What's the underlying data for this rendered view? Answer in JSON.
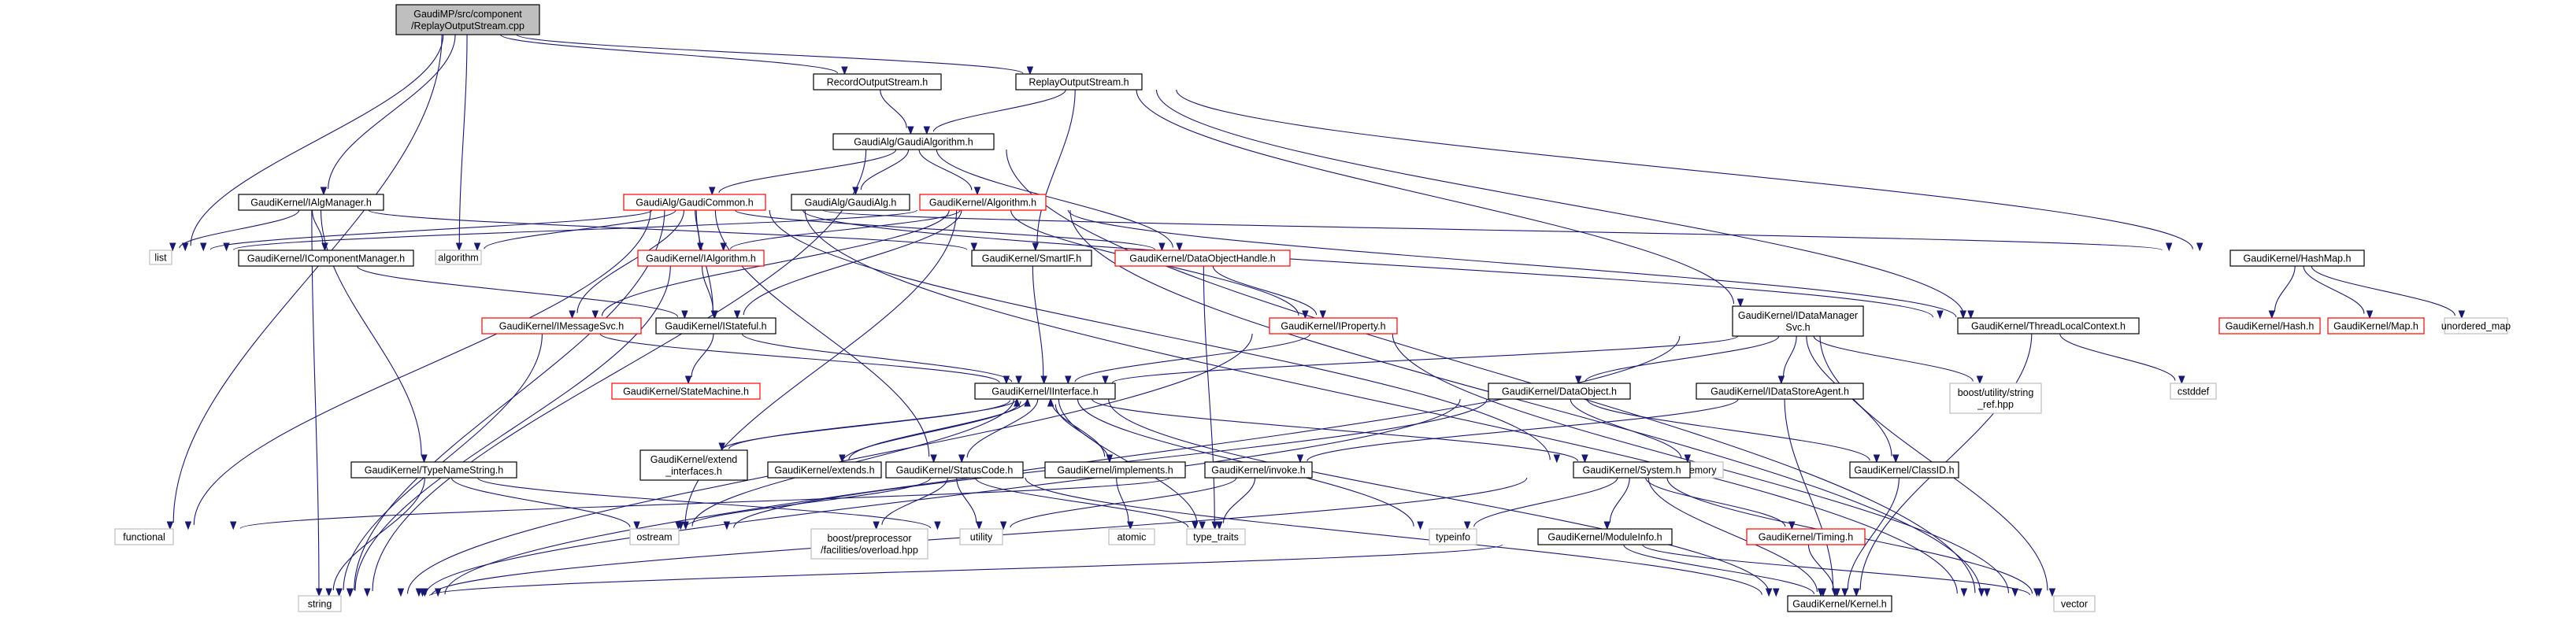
{
  "nodes": [
    {
      "id": "root",
      "lines": [
        "GaudiMP/src/component",
        "/ReplayOutputStream.cpp"
      ],
      "style": "root"
    },
    {
      "id": "record_os",
      "lines": [
        "RecordOutputStream.h"
      ],
      "style": "black"
    },
    {
      "id": "replay_os",
      "lines": [
        "ReplayOutputStream.h"
      ],
      "style": "black"
    },
    {
      "id": "gaudialgorithm",
      "lines": [
        "GaudiAlg/GaudiAlgorithm.h"
      ],
      "style": "black"
    },
    {
      "id": "ialgmanager",
      "lines": [
        "GaudiKernel/IAlgManager.h"
      ],
      "style": "black"
    },
    {
      "id": "gaudicommon",
      "lines": [
        "GaudiAlg/GaudiCommon.h"
      ],
      "style": "red"
    },
    {
      "id": "gaudialg",
      "lines": [
        "GaudiAlg/GaudiAlg.h"
      ],
      "style": "black"
    },
    {
      "id": "algorithm_h",
      "lines": [
        "GaudiKernel/Algorithm.h"
      ],
      "style": "red"
    },
    {
      "id": "list",
      "lines": [
        "list"
      ],
      "style": "gray"
    },
    {
      "id": "icomponentmanager",
      "lines": [
        "GaudiKernel/IComponentManager.h"
      ],
      "style": "black"
    },
    {
      "id": "algorithm_std",
      "lines": [
        "algorithm"
      ],
      "style": "gray"
    },
    {
      "id": "ialgorithm",
      "lines": [
        "GaudiKernel/IAlgorithm.h"
      ],
      "style": "red"
    },
    {
      "id": "smartif",
      "lines": [
        "GaudiKernel/SmartIF.h"
      ],
      "style": "black"
    },
    {
      "id": "dataobjecthandle",
      "lines": [
        "GaudiKernel/DataObjectHandle.h"
      ],
      "style": "red"
    },
    {
      "id": "imessagesvc",
      "lines": [
        "GaudiKernel/IMessageSvc.h"
      ],
      "style": "red"
    },
    {
      "id": "istateful",
      "lines": [
        "GaudiKernel/IStateful.h"
      ],
      "style": "black"
    },
    {
      "id": "iproperty",
      "lines": [
        "GaudiKernel/IProperty.h"
      ],
      "style": "red"
    },
    {
      "id": "statemachine",
      "lines": [
        "GaudiKernel/StateMachine.h"
      ],
      "style": "red"
    },
    {
      "id": "idatamanagersvc",
      "lines": [
        "GaudiKernel/IDataManager",
        "Svc.h"
      ],
      "style": "black"
    },
    {
      "id": "threadlocalcontext",
      "lines": [
        "GaudiKernel/ThreadLocalContext.h"
      ],
      "style": "black"
    },
    {
      "id": "hashmap",
      "lines": [
        "GaudiKernel/HashMap.h"
      ],
      "style": "black"
    },
    {
      "id": "hash_h",
      "lines": [
        "GaudiKernel/Hash.h"
      ],
      "style": "red"
    },
    {
      "id": "map_h",
      "lines": [
        "GaudiKernel/Map.h"
      ],
      "style": "red"
    },
    {
      "id": "unordered_map",
      "lines": [
        "unordered_map"
      ],
      "style": "gray"
    },
    {
      "id": "cstddef",
      "lines": [
        "cstddef"
      ],
      "style": "gray"
    },
    {
      "id": "iinterface",
      "lines": [
        "GaudiKernel/IInterface.h"
      ],
      "style": "black"
    },
    {
      "id": "dataobject",
      "lines": [
        "GaudiKernel/DataObject.h"
      ],
      "style": "black"
    },
    {
      "id": "idatastoreagent",
      "lines": [
        "GaudiKernel/IDataStoreAgent.h"
      ],
      "style": "black"
    },
    {
      "id": "boost_string_ref",
      "lines": [
        "boost/utility/string",
        "_ref.hpp"
      ],
      "style": "gray"
    },
    {
      "id": "extend_interfaces",
      "lines": [
        "GaudiKernel/extend",
        "_interfaces.h"
      ],
      "style": "black"
    },
    {
      "id": "extends",
      "lines": [
        "GaudiKernel/extends.h"
      ],
      "style": "black"
    },
    {
      "id": "typenamestring",
      "lines": [
        "GaudiKernel/TypeNameString.h"
      ],
      "style": "black"
    },
    {
      "id": "statuscode",
      "lines": [
        "GaudiKernel/StatusCode.h"
      ],
      "style": "black"
    },
    {
      "id": "implements",
      "lines": [
        "GaudiKernel/implements.h"
      ],
      "style": "black"
    },
    {
      "id": "invoke",
      "lines": [
        "GaudiKernel/invoke.h"
      ],
      "style": "black"
    },
    {
      "id": "memory",
      "lines": [
        "memory"
      ],
      "style": "gray"
    },
    {
      "id": "classid",
      "lines": [
        "GaudiKernel/ClassID.h"
      ],
      "style": "black"
    },
    {
      "id": "system",
      "lines": [
        "GaudiKernel/System.h"
      ],
      "style": "black"
    },
    {
      "id": "functional",
      "lines": [
        "functional"
      ],
      "style": "gray"
    },
    {
      "id": "ostream",
      "lines": [
        "ostream"
      ],
      "style": "gray"
    },
    {
      "id": "boost_overload",
      "lines": [
        "boost/preprocessor",
        "/facilities/overload.hpp"
      ],
      "style": "gray"
    },
    {
      "id": "utility",
      "lines": [
        "utility"
      ],
      "style": "gray"
    },
    {
      "id": "atomic",
      "lines": [
        "atomic"
      ],
      "style": "gray"
    },
    {
      "id": "type_traits",
      "lines": [
        "type_traits"
      ],
      "style": "gray"
    },
    {
      "id": "typeinfo",
      "lines": [
        "typeinfo"
      ],
      "style": "gray"
    },
    {
      "id": "moduleinfo",
      "lines": [
        "GaudiKernel/ModuleInfo.h"
      ],
      "style": "black"
    },
    {
      "id": "timing",
      "lines": [
        "GaudiKernel/Timing.h"
      ],
      "style": "red"
    },
    {
      "id": "string",
      "lines": [
        "string"
      ],
      "style": "gray"
    },
    {
      "id": "kernel",
      "lines": [
        "GaudiKernel/Kernel.h"
      ],
      "style": "black"
    },
    {
      "id": "vector",
      "lines": [
        "vector"
      ],
      "style": "gray"
    }
  ],
  "edges": [
    [
      "root",
      "record_os"
    ],
    [
      "root",
      "replay_os"
    ],
    [
      "root",
      "ialgmanager"
    ],
    [
      "root",
      "list"
    ],
    [
      "root",
      "algorithm_std"
    ],
    [
      "root",
      "functional"
    ],
    [
      "record_os",
      "gaudialgorithm"
    ],
    [
      "replay_os",
      "gaudialgorithm"
    ],
    [
      "replay_os",
      "smartif"
    ],
    [
      "replay_os",
      "idatamanagersvc"
    ],
    [
      "replay_os",
      "threadlocalcontext"
    ],
    [
      "replay_os",
      "hashmap"
    ],
    [
      "gaudialgorithm",
      "gaudicommon"
    ],
    [
      "gaudialgorithm",
      "gaudialg"
    ],
    [
      "gaudialgorithm",
      "algorithm_h"
    ],
    [
      "gaudialgorithm",
      "dataobjecthandle"
    ],
    [
      "gaudialgorithm",
      "string"
    ],
    [
      "gaudialgorithm",
      "vector"
    ],
    [
      "ialgmanager",
      "icomponentmanager"
    ],
    [
      "ialgmanager",
      "list"
    ],
    [
      "ialgmanager",
      "typenamestring"
    ],
    [
      "ialgmanager",
      "smartif"
    ],
    [
      "ialgmanager",
      "string"
    ],
    [
      "gaudicommon",
      "list"
    ],
    [
      "gaudicommon",
      "algorithm_std"
    ],
    [
      "gaudicommon",
      "ialgorithm"
    ],
    [
      "gaudicommon",
      "imessagesvc"
    ],
    [
      "gaudicommon",
      "istateful"
    ],
    [
      "gaudicommon",
      "statuscode"
    ],
    [
      "gaudicommon",
      "dataobjecthandle"
    ],
    [
      "gaudicommon",
      "system"
    ],
    [
      "gaudicommon",
      "threadlocalcontext"
    ],
    [
      "gaudicommon",
      "hashmap"
    ],
    [
      "gaudicommon",
      "string"
    ],
    [
      "gaudicommon",
      "functional"
    ],
    [
      "gaudicommon",
      "vector"
    ],
    [
      "algorithm_h",
      "list"
    ],
    [
      "algorithm_h",
      "ialgorithm"
    ],
    [
      "algorithm_h",
      "imessagesvc"
    ],
    [
      "algorithm_h",
      "istateful"
    ],
    [
      "algorithm_h",
      "iproperty"
    ],
    [
      "algorithm_h",
      "threadlocalcontext"
    ],
    [
      "algorithm_h",
      "ostream"
    ],
    [
      "algorithm_h",
      "vector"
    ],
    [
      "icomponentmanager",
      "istateful"
    ],
    [
      "ialgorithm",
      "istateful"
    ],
    [
      "ialgorithm",
      "string"
    ],
    [
      "smartif",
      "iinterface"
    ],
    [
      "dataobjecthandle",
      "iproperty"
    ],
    [
      "dataobjecthandle",
      "type_traits"
    ],
    [
      "imessagesvc",
      "iinterface"
    ],
    [
      "imessagesvc",
      "string"
    ],
    [
      "istateful",
      "iinterface"
    ],
    [
      "istateful",
      "statemachine"
    ],
    [
      "iproperty",
      "iinterface"
    ],
    [
      "iproperty",
      "string"
    ],
    [
      "iproperty",
      "vector"
    ],
    [
      "idatamanagersvc",
      "iinterface"
    ],
    [
      "idatamanagersvc",
      "dataobject"
    ],
    [
      "idatamanagersvc",
      "idatastoreagent"
    ],
    [
      "idatamanagersvc",
      "classid"
    ],
    [
      "idatamanagersvc",
      "boost_string_ref"
    ],
    [
      "idatamanagersvc",
      "string"
    ],
    [
      "idatamanagersvc",
      "vector"
    ],
    [
      "threadlocalcontext",
      "cstddef"
    ],
    [
      "threadlocalcontext",
      "kernel"
    ],
    [
      "hashmap",
      "hash_h"
    ],
    [
      "hashmap",
      "map_h"
    ],
    [
      "hashmap",
      "unordered_map"
    ],
    [
      "iinterface",
      "extend_interfaces"
    ],
    [
      "iinterface",
      "extends"
    ],
    [
      "iinterface",
      "statuscode"
    ],
    [
      "iinterface",
      "implements"
    ],
    [
      "iinterface",
      "system"
    ],
    [
      "iinterface",
      "kernel"
    ],
    [
      "iinterface",
      "typeinfo"
    ],
    [
      "iinterface",
      "type_traits"
    ],
    [
      "iinterface",
      "ostream"
    ],
    [
      "extend_interfaces",
      "iinterface"
    ],
    [
      "extends",
      "iinterface"
    ],
    [
      "implements",
      "iinterface"
    ],
    [
      "implements",
      "atomic"
    ],
    [
      "dataobject",
      "classid"
    ],
    [
      "dataobject",
      "memory"
    ],
    [
      "dataobject",
      "ostream"
    ],
    [
      "dataobject",
      "string"
    ],
    [
      "idatastoreagent",
      "invoke"
    ],
    [
      "idatastoreagent",
      "kernel"
    ],
    [
      "typenamestring",
      "utility"
    ],
    [
      "typenamestring",
      "ostream"
    ],
    [
      "typenamestring",
      "string"
    ],
    [
      "statuscode",
      "boost_overload"
    ],
    [
      "statuscode",
      "utility"
    ],
    [
      "statuscode",
      "ostream"
    ],
    [
      "statuscode",
      "type_traits"
    ],
    [
      "statuscode",
      "kernel"
    ],
    [
      "invoke",
      "functional"
    ],
    [
      "invoke",
      "type_traits"
    ],
    [
      "invoke",
      "utility"
    ],
    [
      "classid",
      "kernel"
    ],
    [
      "system",
      "moduleinfo"
    ],
    [
      "system",
      "timing"
    ],
    [
      "system",
      "typeinfo"
    ],
    [
      "system",
      "string"
    ],
    [
      "system",
      "kernel"
    ],
    [
      "system",
      "vector"
    ],
    [
      "moduleinfo",
      "kernel"
    ],
    [
      "moduleinfo",
      "string"
    ],
    [
      "moduleinfo",
      "vector"
    ],
    [
      "timing",
      "kernel"
    ]
  ],
  "colors": {
    "edge": "#191970",
    "black_border": "#000000",
    "red_border": "#ff0000",
    "gray_border": "#bfbfbf",
    "root_fill": "#bfbfbf",
    "fill": "#ffffff"
  }
}
